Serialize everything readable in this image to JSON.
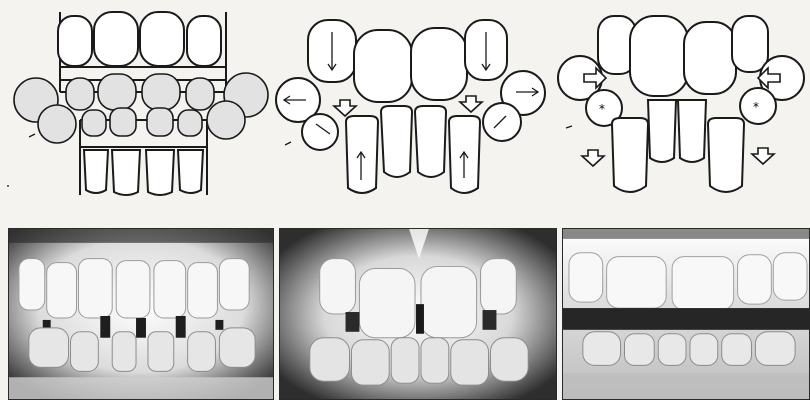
{
  "figure": {
    "diagrams": [
      {
        "id": "diagram-1",
        "description_key": "overlapping-lateral-teeth-grid"
      },
      {
        "id": "diagram-2",
        "description_key": "arrows-indicating-tooth-movement"
      },
      {
        "id": "diagram-3",
        "description_key": "hollow-arrows-and-star-markers"
      }
    ],
    "photos": [
      {
        "id": "photo-1"
      },
      {
        "id": "photo-2"
      },
      {
        "id": "photo-3"
      }
    ]
  },
  "colors": {
    "background": "#f4f3ef",
    "outline": "#1a1a1a",
    "tooth_fill": "#ffffff",
    "shaded_fill": "#e2e2e2",
    "photo_dark": "#2b2b2b",
    "photo_light": "#f2f2f2"
  }
}
